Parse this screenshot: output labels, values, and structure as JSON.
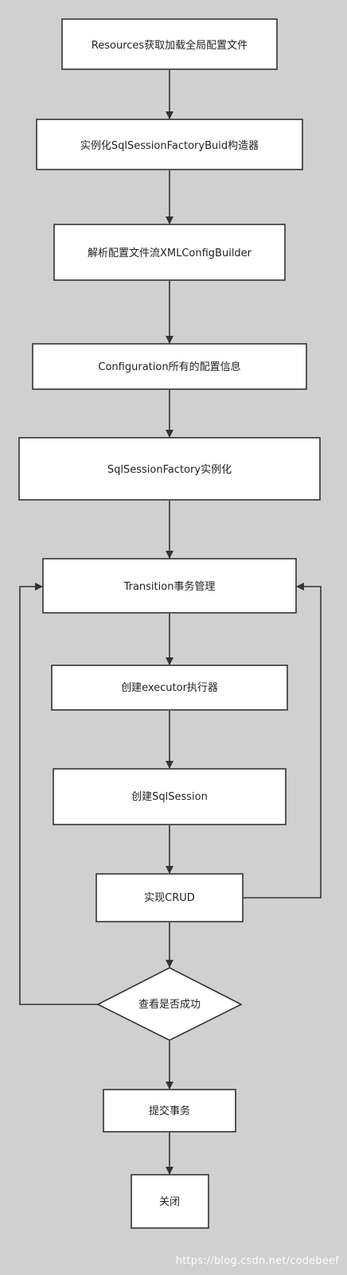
{
  "diagram": {
    "colors": {
      "background": "#d0d0d0",
      "node_fill": "#ffffff",
      "stroke": "#333333"
    },
    "nodes": [
      {
        "id": "n1",
        "label": "Resources获取加载全局配置文件"
      },
      {
        "id": "n2",
        "label": "实例化SqlSessionFactoryBuid构造器"
      },
      {
        "id": "n3",
        "label": "解析配置文件流XMLConfigBuilder"
      },
      {
        "id": "n4",
        "label": "Configuration所有的配置信息"
      },
      {
        "id": "n5",
        "label": "SqlSessionFactory实例化"
      },
      {
        "id": "n6",
        "label": "Transition事务管理"
      },
      {
        "id": "n7",
        "label": "创建executor执行器"
      },
      {
        "id": "n8",
        "label": "创建SqlSession"
      },
      {
        "id": "n9",
        "label": "实现CRUD"
      },
      {
        "id": "n10",
        "label": "查看是否成功"
      },
      {
        "id": "n11",
        "label": "提交事务"
      },
      {
        "id": "n12",
        "label": "关闭"
      }
    ],
    "edges": [
      {
        "from": "n1",
        "to": "n2"
      },
      {
        "from": "n2",
        "to": "n3"
      },
      {
        "from": "n3",
        "to": "n4"
      },
      {
        "from": "n4",
        "to": "n5"
      },
      {
        "from": "n5",
        "to": "n6"
      },
      {
        "from": "n6",
        "to": "n7"
      },
      {
        "from": "n7",
        "to": "n8"
      },
      {
        "from": "n8",
        "to": "n9"
      },
      {
        "from": "n9",
        "to": "n10"
      },
      {
        "from": "n10",
        "to": "n11"
      },
      {
        "from": "n11",
        "to": "n12"
      },
      {
        "from": "n9",
        "to": "n6"
      },
      {
        "from": "n10",
        "to": "n6"
      }
    ]
  },
  "watermark": "https://blog.csdn.net/codebeef"
}
